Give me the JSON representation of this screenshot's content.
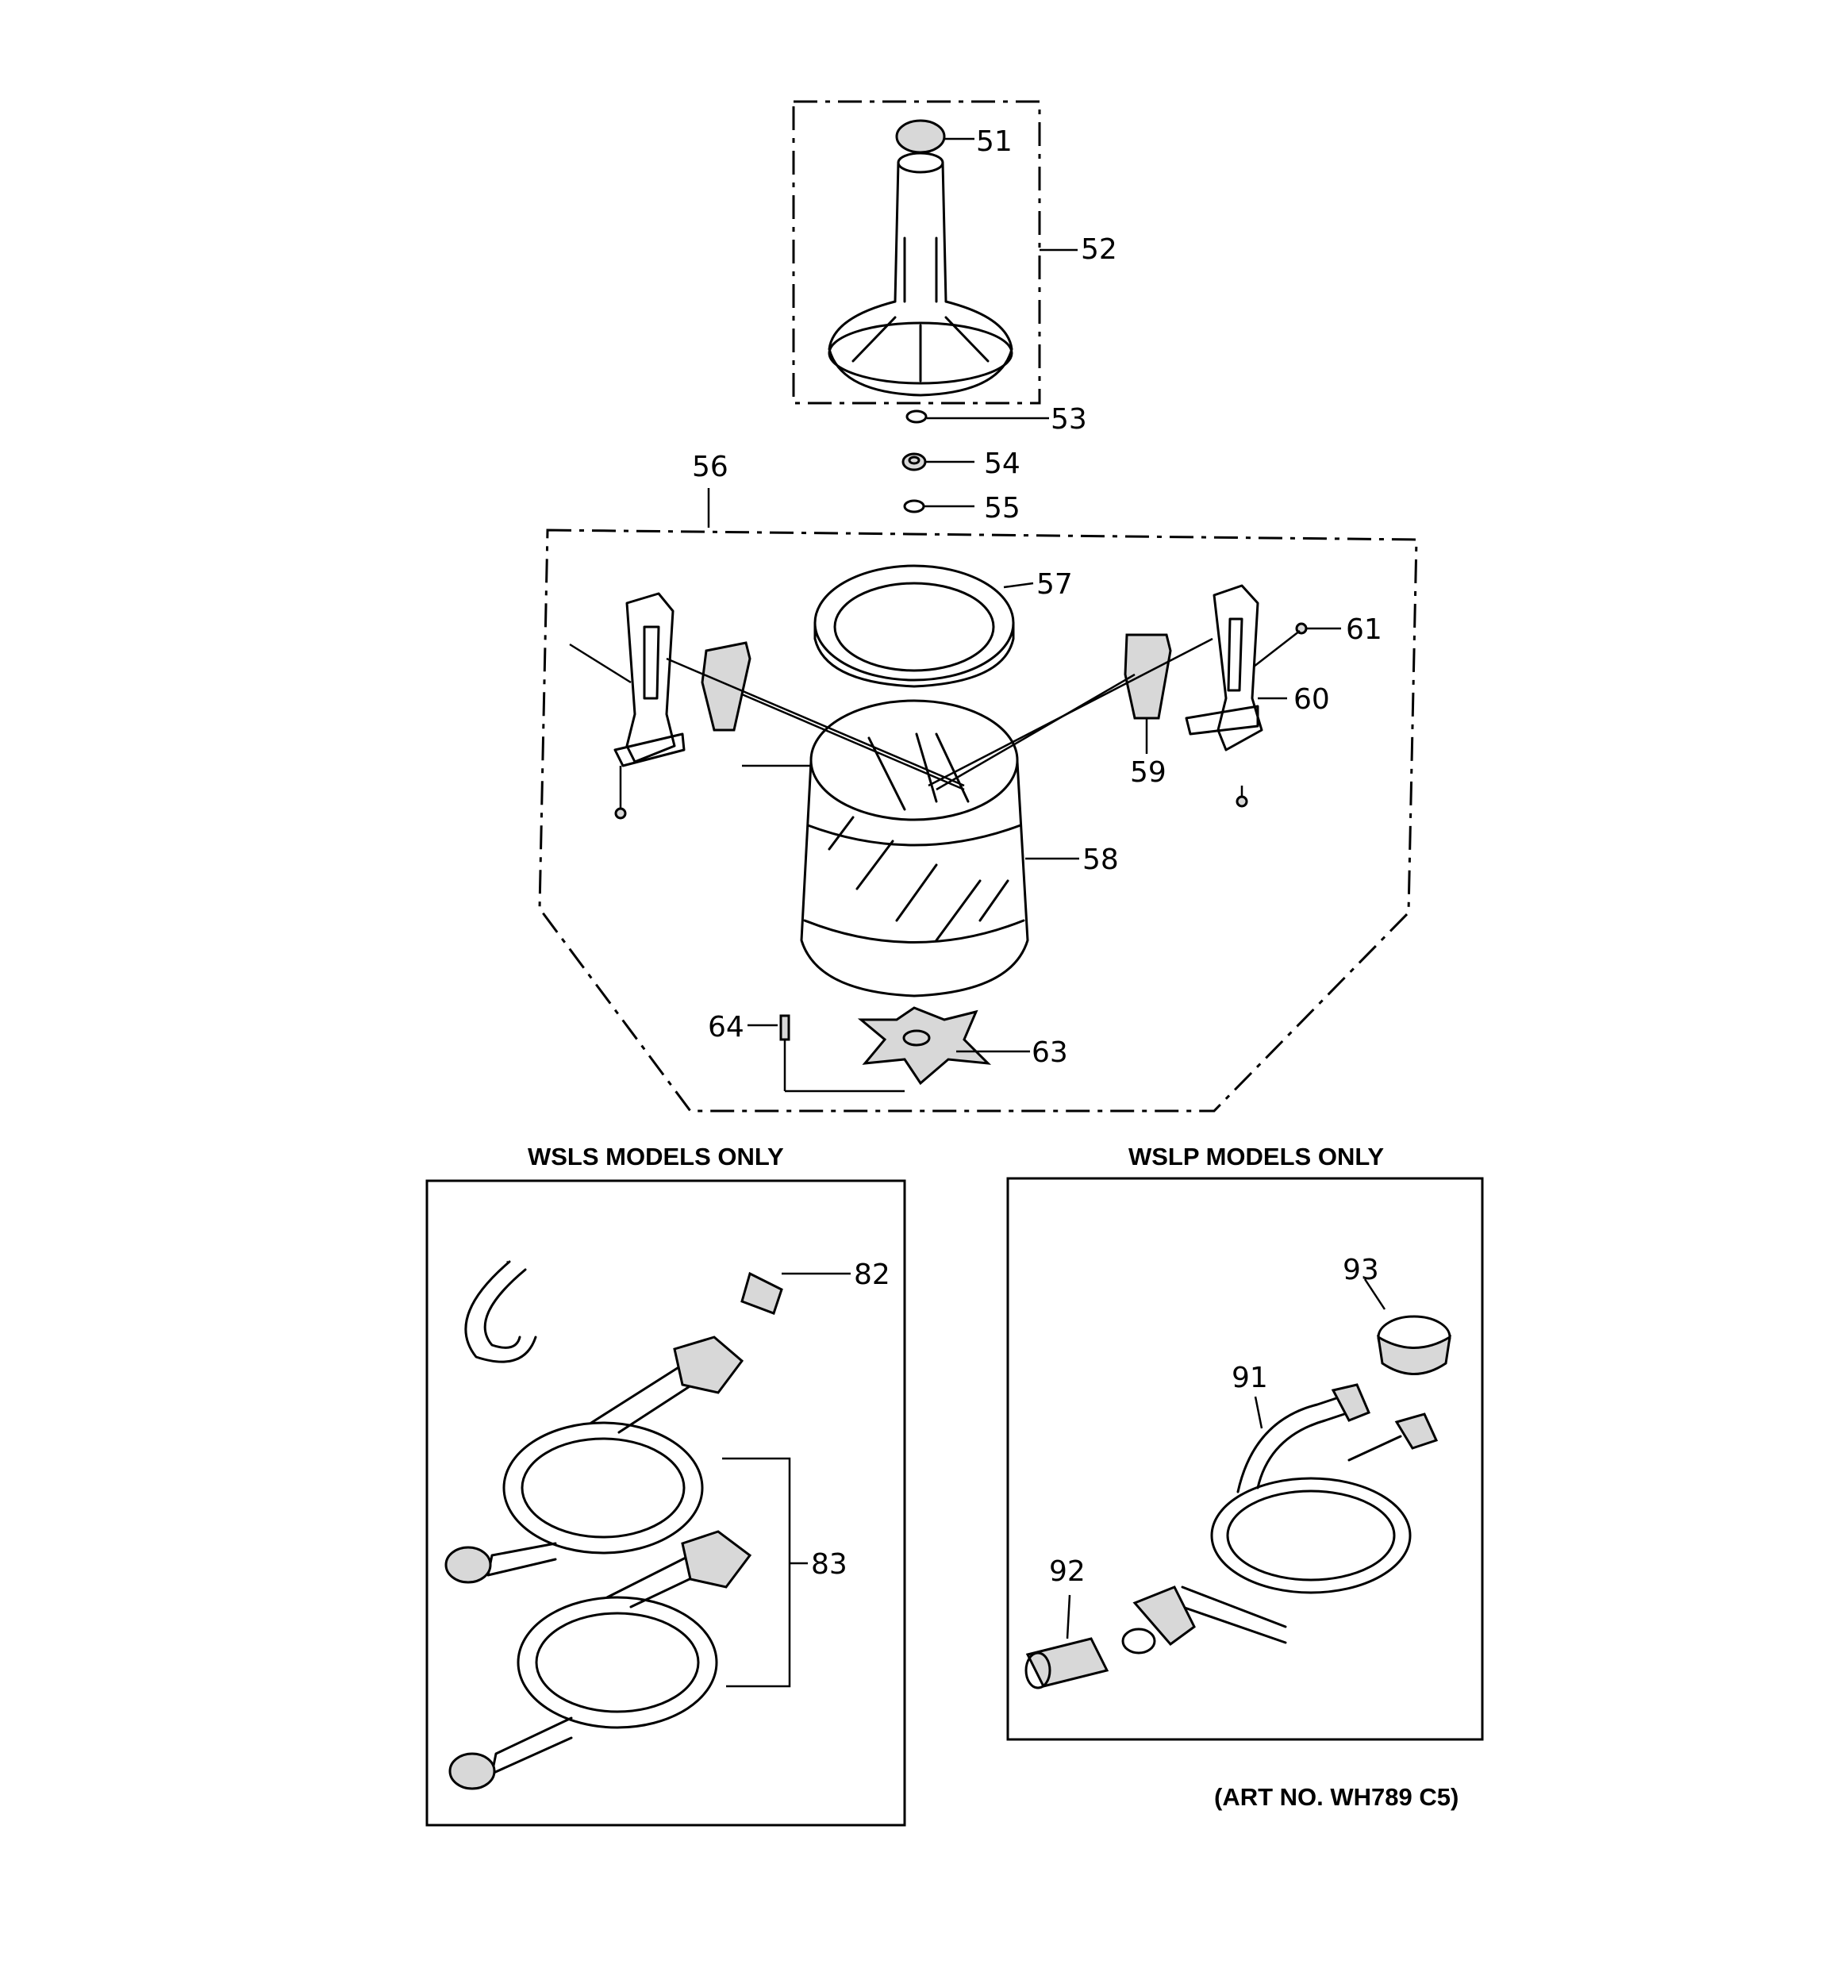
{
  "callouts": {
    "p51": "51",
    "p52": "52",
    "p53": "53",
    "p54": "54",
    "p55": "55",
    "p56": "56",
    "p57": "57",
    "p58": "58",
    "p59": "59",
    "p60": "60",
    "p61": "61",
    "p63": "63",
    "p64": "64",
    "p82": "82",
    "p83": "83",
    "p91": "91",
    "p92": "92",
    "p93": "93"
  },
  "panels": {
    "left_title": "WSLS MODELS ONLY",
    "right_title": "WSLP MODELS ONLY"
  },
  "art_number": "(ART NO. WH789 C5)"
}
